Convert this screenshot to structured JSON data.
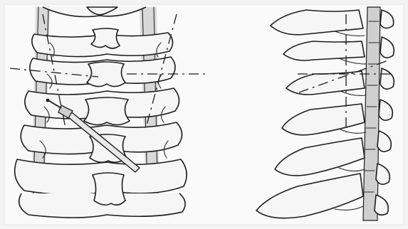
{
  "figure": {
    "panels": [
      {
        "view": "posterior",
        "icon": "posterior-cervical-spine-illustration"
      },
      {
        "view": "lateral",
        "icon": "lateral-cervical-spine-illustration"
      }
    ],
    "colors": {
      "background": "#f3f3f3",
      "ink": "#1d1d1d",
      "shading": "#d9d9d9"
    }
  }
}
